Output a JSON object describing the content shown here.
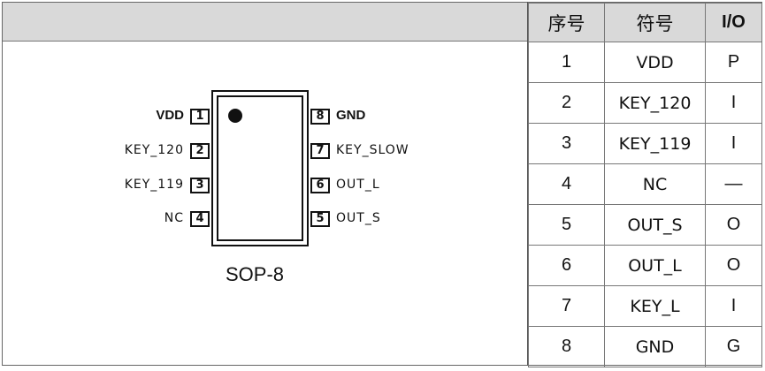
{
  "table": {
    "headers": [
      "序号",
      "符号",
      "I/O"
    ],
    "rows": [
      {
        "num": "1",
        "symbol": "VDD",
        "io": "P"
      },
      {
        "num": "2",
        "symbol": "KEY_120",
        "io": "I"
      },
      {
        "num": "3",
        "symbol": "KEY_119",
        "io": "I"
      },
      {
        "num": "4",
        "symbol": "NC",
        "io": "—"
      },
      {
        "num": "5",
        "symbol": "OUT_S",
        "io": "O"
      },
      {
        "num": "6",
        "symbol": "OUT_L",
        "io": "O"
      },
      {
        "num": "7",
        "symbol": "KEY_L",
        "io": "I"
      },
      {
        "num": "8",
        "symbol": "GND",
        "io": "G"
      }
    ]
  },
  "package": {
    "name": "SOP-8",
    "left_pins": [
      {
        "num": "1",
        "label": "VDD"
      },
      {
        "num": "2",
        "label": "KEY_120"
      },
      {
        "num": "3",
        "label": "KEY_119"
      },
      {
        "num": "4",
        "label": "NC"
      }
    ],
    "right_pins": [
      {
        "num": "8",
        "label": "GND"
      },
      {
        "num": "7",
        "label": "KEY_SLOW"
      },
      {
        "num": "6",
        "label": "OUT_L"
      },
      {
        "num": "5",
        "label": "OUT_S"
      }
    ]
  }
}
